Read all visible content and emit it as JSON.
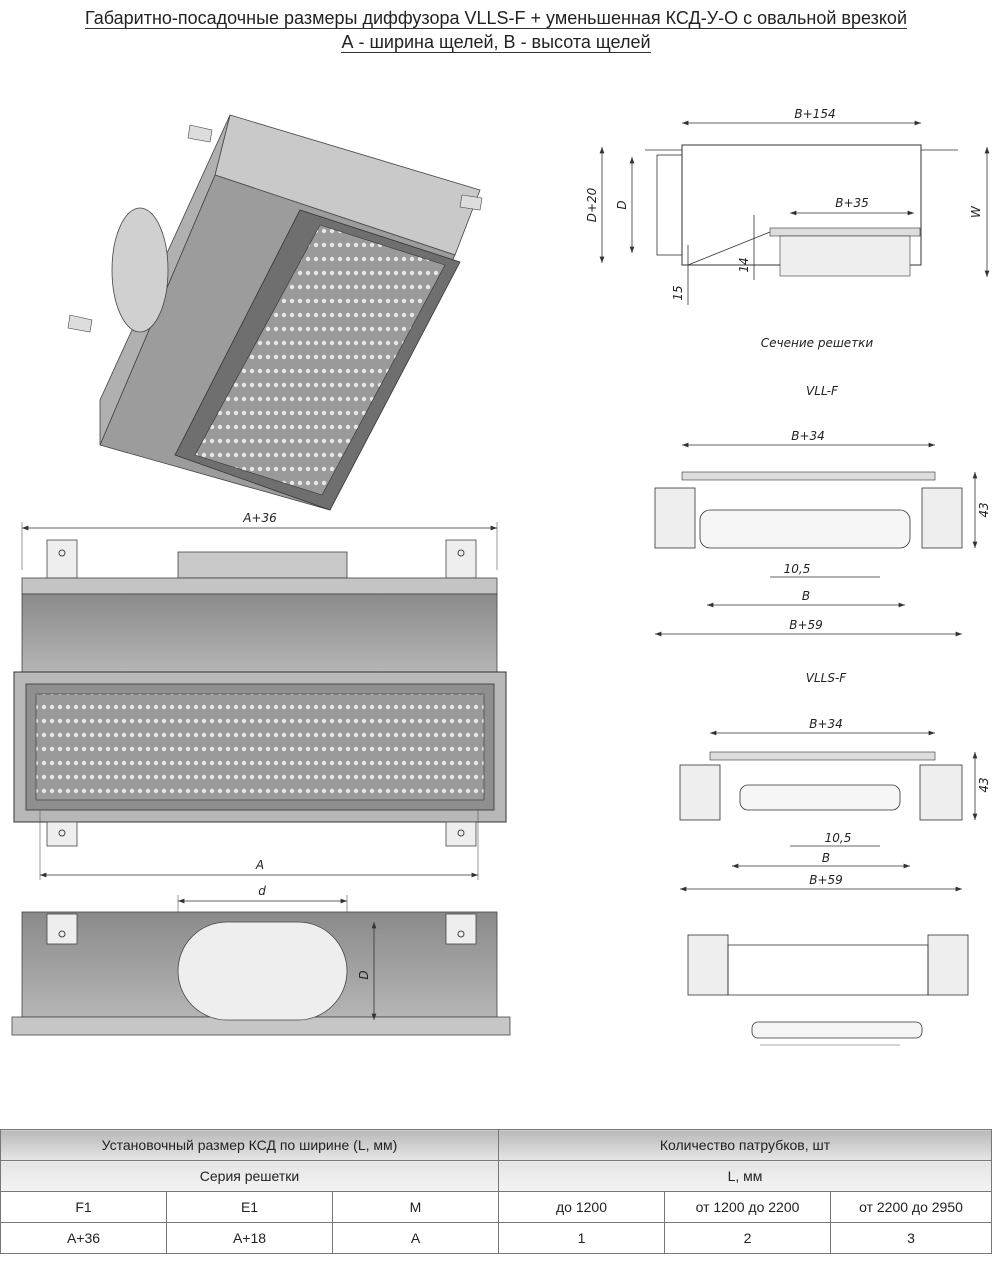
{
  "title": {
    "line1": "Габаритно-посадочные размеры диффузора VLLS-F + уменьшенная КСД-У-О с овальной врезкой",
    "line2": "А - ширина щелей, В - высота щелей"
  },
  "front_view": {
    "dim_top": "A+36",
    "dim_bottom": "A"
  },
  "bottom_view": {
    "dim_d": "d",
    "dim_D": "D"
  },
  "side_section": {
    "dim_top": "B+154",
    "dim_inner": "B+35",
    "dim_left_outer": "D+20",
    "dim_left_inner": "D",
    "dim_right": "W",
    "dim_14": "14",
    "dim_15": "15"
  },
  "section_caption": "Сечение решетки",
  "vll_f": {
    "label": "VLL-F",
    "dim_top": "B+34",
    "dim_height": "43",
    "dim_slot": "10,5",
    "dim_b": "B",
    "dim_bottom": "B+59"
  },
  "vlls_f": {
    "label": "VLLS-F",
    "dim_top": "B+34",
    "dim_height": "43",
    "dim_slot": "10,5",
    "dim_b": "B",
    "dim_bottom": "B+59"
  },
  "table": {
    "header_left": "Установочный размер КСД по ширине (L, мм)",
    "header_right": "Количество патрубков, шт",
    "sub_left": "Серия решетки",
    "sub_right": "L, мм",
    "columns": [
      "F1",
      "E1",
      "M",
      "до 1200",
      "от 1200 до 2200",
      "от 2200 до 2950"
    ],
    "values": [
      "A+36",
      "A+18",
      "A",
      "1",
      "2",
      "3"
    ]
  }
}
